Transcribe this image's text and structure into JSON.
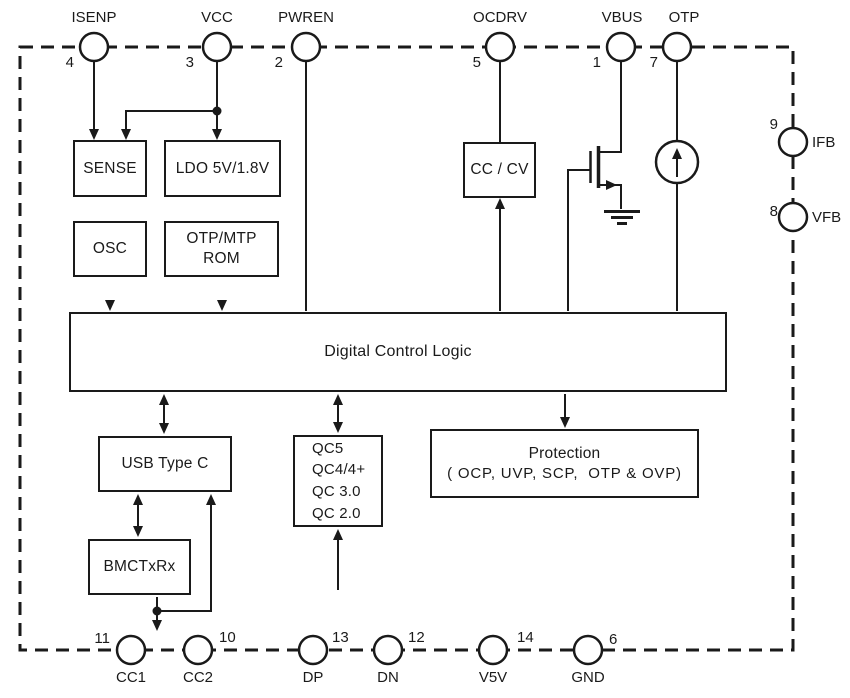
{
  "diagram_type": "ic-functional-block-diagram",
  "colors": {
    "ink": "#1a1a1a",
    "background": "#ffffff"
  },
  "pins": {
    "top": [
      {
        "label": "ISENP",
        "number": "4"
      },
      {
        "label": "VCC",
        "number": "3"
      },
      {
        "label": "PWREN",
        "number": "2"
      },
      {
        "label": "OCDRV",
        "number": "5"
      },
      {
        "label": "VBUS",
        "number": "1"
      },
      {
        "label": "OTP",
        "number": "7"
      }
    ],
    "right": [
      {
        "label": "IFB",
        "number": "9"
      },
      {
        "label": "VFB",
        "number": "8"
      }
    ],
    "bottom": [
      {
        "label": "CC1",
        "number": "11"
      },
      {
        "label": "CC2",
        "number": "10"
      },
      {
        "label": "DP",
        "number": "13"
      },
      {
        "label": "DN",
        "number": "12"
      },
      {
        "label": "V5V",
        "number": "14"
      },
      {
        "label": "GND",
        "number": "6"
      }
    ]
  },
  "blocks": {
    "sense": {
      "label": "SENSE"
    },
    "ldo": {
      "label": "LDO 5V/1.8V"
    },
    "osc": {
      "label": "OSC"
    },
    "otp_mtp_rom": {
      "line1": "OTP/MTP",
      "line2": "ROM"
    },
    "cc_cv": {
      "label": "CC / CV"
    },
    "digital_control_logic": {
      "label": "Digital Control Logic"
    },
    "usb_type_c": {
      "label": "USB Type C"
    },
    "qc": {
      "lines": [
        "QC5",
        "QC4/4+",
        "QC 3.0",
        "QC 2.0"
      ]
    },
    "protection": {
      "line1": "Protection",
      "line2": "( OCP, UVP, SCP,  OTP & OVP)"
    },
    "bmc_tx_rx": {
      "label": "BMCTxRx"
    }
  }
}
